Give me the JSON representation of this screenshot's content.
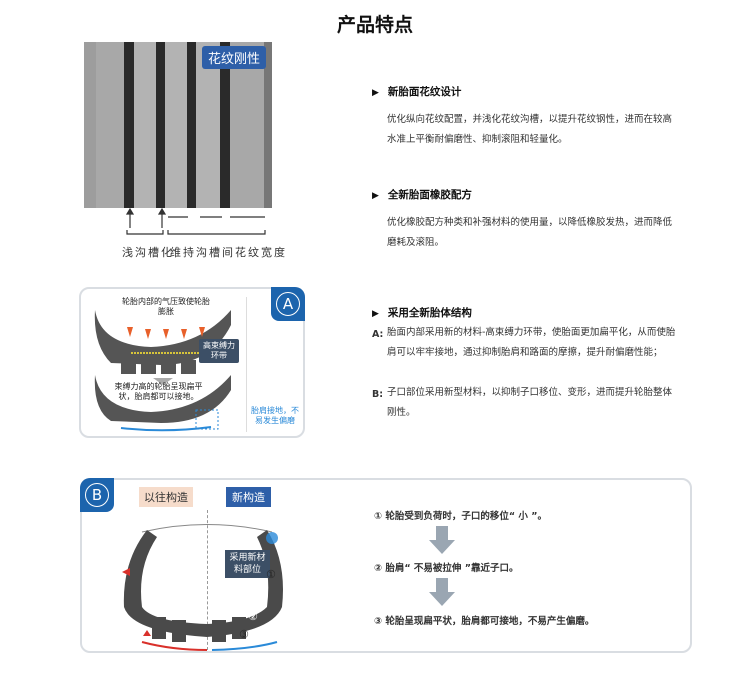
{
  "title": "产品特点",
  "tread": {
    "badge": "花纹刚性",
    "caption_left": "浅沟槽化",
    "caption_right": "维持沟槽间花纹宽度"
  },
  "features": [
    {
      "heading": "新胎面花纹设计",
      "text": "优化纵向花纹配置，并浅化花纹沟槽，以提升花纹钢性，进而在较高水准上平衡耐偏磨性、抑制滚阻和轻量化。"
    },
    {
      "heading": "全新胎面橡胶配方",
      "text": "优化橡胶配方种类和补强材料的使用量，以降低橡胶发热，进而降低磨耗及滚阻。"
    },
    {
      "heading": "采用全新胎体结构",
      "items": [
        {
          "marker": "A:",
          "text": "胎面内部采用新的材料-高束缚力环带，使胎面更加扁平化，从而使胎肩可以牢牢接地，通过抑制胎肩和路面的摩擦，提升耐偏磨性能；"
        },
        {
          "marker": "B:",
          "text": "子口部位采用新型材料，以抑制子口移位、变形，进而提升轮胎整体刚性。"
        }
      ]
    }
  ],
  "panel_a": {
    "letter": "A",
    "pressure": "轮胎内部的气压致使轮胎膨胀",
    "belt": "高束缚力环带",
    "flat": "束缚力高的轮胎呈现扁平状，胎肩都可以接地。",
    "shoulder": "胎肩接地，不易发生偏磨"
  },
  "panel_b": {
    "letter": "B",
    "old": "以往构造",
    "new": "新构造",
    "material": "采用新材料部位",
    "n1": "①",
    "n2": "②",
    "n3": "③",
    "steps": [
      "① 轮胎受到负荷时，子口的移位“ 小 ”。",
      "② 胎肩“ 不易被拉伸 ”靠近子口。",
      "③ 轮胎呈现扁平状，胎肩都可接地，不易产生偏磨。"
    ]
  },
  "colors": {
    "accent": "#1c64ad",
    "red": "#d9302a",
    "blue": "#2a8ad8"
  }
}
